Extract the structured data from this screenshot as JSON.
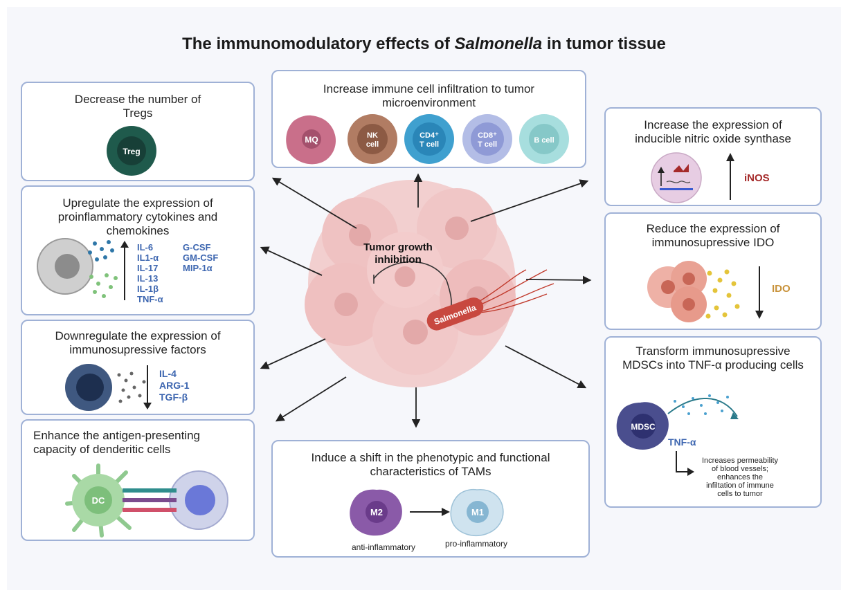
{
  "title_prefix": "The immunomodulatory effects of ",
  "title_italic": "Salmonella",
  "title_suffix": " in tumor tissue",
  "center": {
    "tumor_label_1": "Tumor growth",
    "tumor_label_2": "inhibition",
    "bacterium": "Salmonella"
  },
  "tregs": {
    "title": "Decrease the number of Tregs",
    "cell": "Treg"
  },
  "cytokines": {
    "title": "Upregulate the expression of proinflammatory cytokines and chemokines",
    "col1": [
      "IL-6",
      "IL1-α",
      "IL-17",
      "IL-13",
      "IL-1β",
      "TNF-α"
    ],
    "col2": [
      "G-CSF",
      "GM-CSF",
      "MIP-1α"
    ]
  },
  "immunosup": {
    "title": "Downregulate the expression of immunosupressive factors",
    "factors": [
      "IL-4",
      "ARG-1",
      "TGF-β"
    ]
  },
  "dc": {
    "title": "Enhance the antigen-presenting capacity of denderitic cells",
    "cell": "DC"
  },
  "infiltration": {
    "title": "Increase immune cell infiltration to tumor microenvironment",
    "cells": [
      "MQ",
      "NK cell",
      "CD4⁺ T cell",
      "CD8⁺ T cell",
      "B cell"
    ]
  },
  "tam": {
    "title": "Induce a shift in the phenotypic and functional characteristics of TAMs",
    "m2": "M2",
    "m1": "M1",
    "anti": "anti-inflammatory",
    "pro": "pro-inflammatory"
  },
  "inos": {
    "title": "Increase the expression of inducible nitric oxide synthase",
    "label": "iNOS"
  },
  "ido": {
    "title": "Reduce the expression of immunosupressive IDO",
    "label": "IDO"
  },
  "mdsc": {
    "title": "Transform immunosupressive MDSCs into TNF-α producing cells",
    "cell": "MDSC",
    "tnf": "TNF-α",
    "note": [
      "Increases permeability",
      "of blood vessels;",
      "enhances the",
      "infiltation of immune",
      "cells to tumor"
    ]
  },
  "colors": {
    "box_border": "#9fb1d6",
    "cytokine_text": "#3d66b0",
    "inos": "#a52a2a",
    "ido": "#c8923a"
  }
}
